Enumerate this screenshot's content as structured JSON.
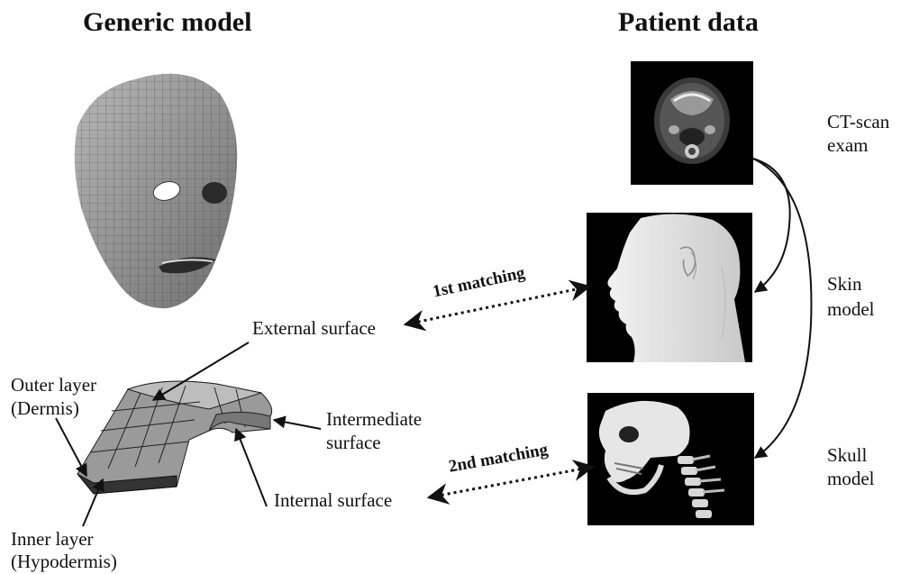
{
  "headings": {
    "generic_model": "Generic model",
    "patient_data": "Patient data"
  },
  "patient_labels": {
    "ct_line1": "CT-scan",
    "ct_line2": "exam",
    "skin_line1": "Skin",
    "skin_line2": "model",
    "skull_line1": "Skull",
    "skull_line2": "model"
  },
  "surfaces": {
    "external": "External surface",
    "intermediate_line1": "Intermediate",
    "intermediate_line2": "surface",
    "internal": "Internal surface"
  },
  "layers": {
    "outer_line1": "Outer layer",
    "outer_line2": "(Dermis)",
    "inner_line1": "Inner layer",
    "inner_line2": "(Hypodermis)"
  },
  "matching": {
    "first": "1st matching",
    "second": "2nd matching"
  }
}
